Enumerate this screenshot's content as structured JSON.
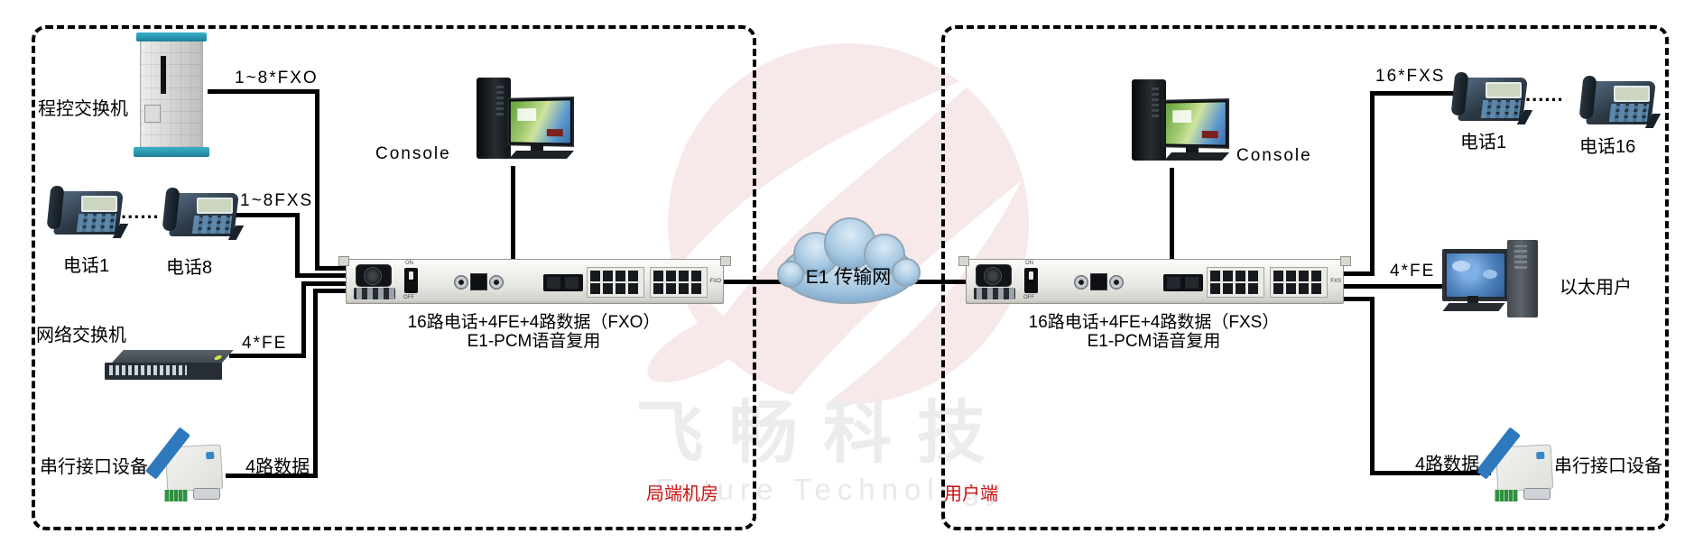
{
  "colors": {
    "accent_red": "#cc1111",
    "line_black": "#000000",
    "cloud_fill": "#a8c9e2",
    "watermark_pink": "#f7e9e9",
    "watermark_gray": "#ececec",
    "cabinet_teal": "#2a9ab8"
  },
  "watermark": {
    "cn": "飞畅科技",
    "en": "Future Technology"
  },
  "cloud": {
    "label": "E1 传输网"
  },
  "separator_dots": "......",
  "left_zone": {
    "zone_label": "局端机房",
    "pbx_label": "程控交换机",
    "fxo_link_label": "1~8*FXO",
    "phone_first_label": "电话1",
    "phone_last_label": "电话8",
    "fxs_link_label": "1~8FXS",
    "lan_switch_label": "网络交换机",
    "fe_link_label": "4*FE",
    "serial_label": "串行接口设备",
    "data_link_label": "4路数据",
    "console_label": "Console",
    "mux_title": "16路电话+4FE+4路数据（FXO）",
    "mux_subtitle": "E1-PCM语音复用",
    "mux_port_tag": "FXO",
    "power_on": "ON",
    "power_off": "OFF"
  },
  "right_zone": {
    "zone_label": "用户端",
    "console_label": "Console",
    "fxs_link_label": "16*FXS",
    "phone_first_label": "电话1",
    "phone_last_label": "电话16",
    "fe_link_label": "4*FE",
    "ethernet_user_label": "以太用户",
    "data_link_label": "4路数据",
    "serial_label": "串行接口设备",
    "mux_title": "16路电话+4FE+4路数据（FXS）",
    "mux_subtitle": "E1-PCM语音复用",
    "mux_port_tag": "FXS",
    "power_on": "ON",
    "power_off": "OFF"
  }
}
